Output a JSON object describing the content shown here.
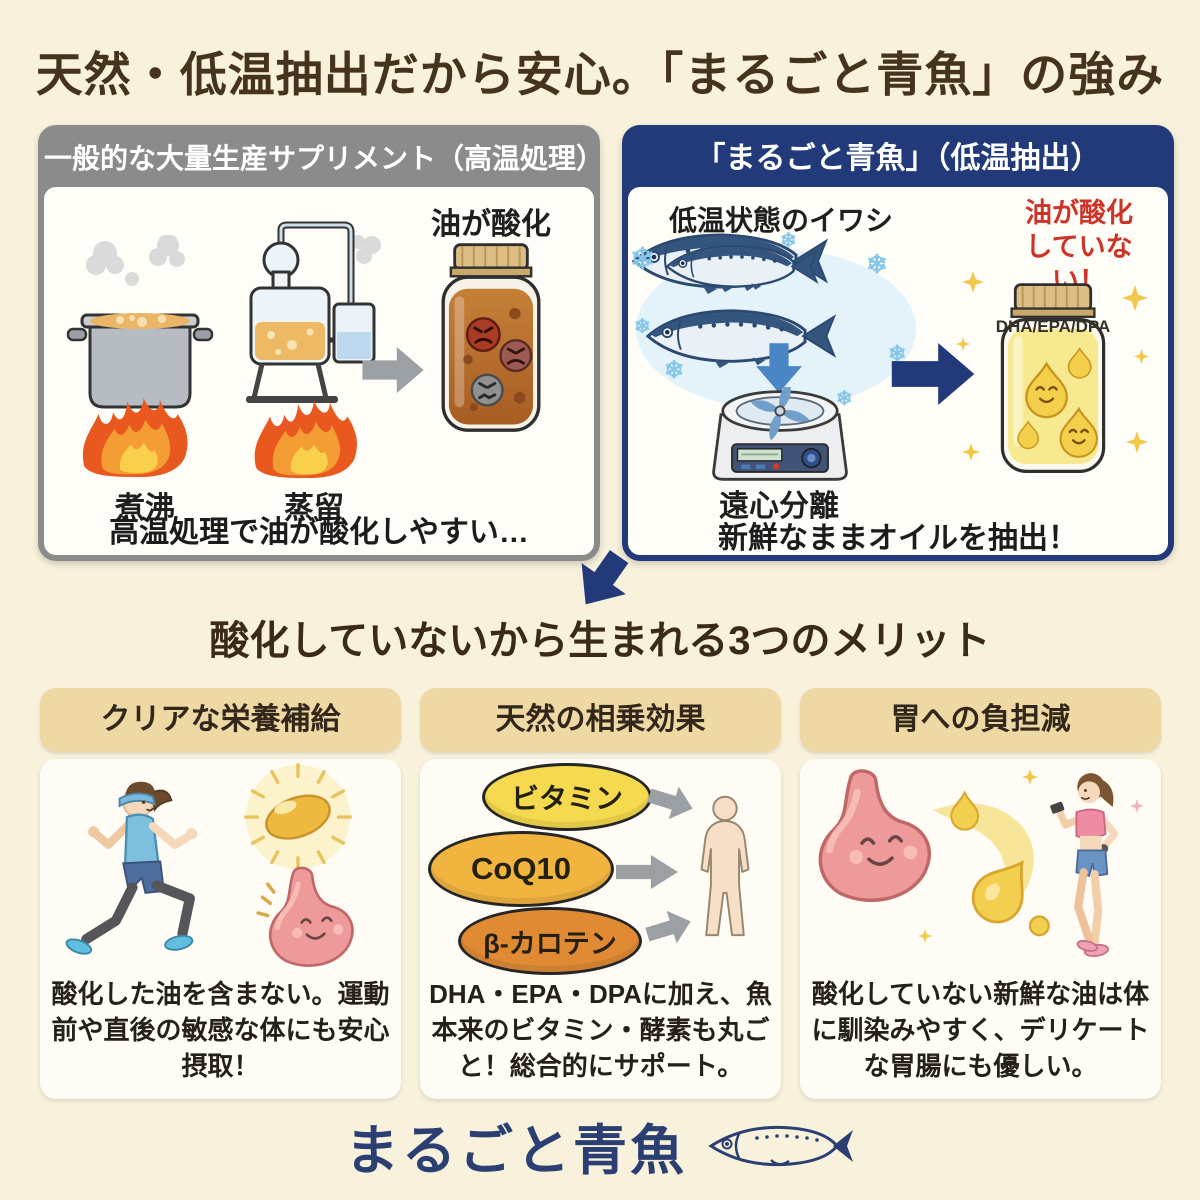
{
  "page": {
    "title": "天然・低温抽出だから安心。「まるごと青魚」の強み"
  },
  "panels": {
    "left": {
      "header": "一般的な大量生産サプリメント（高温処理）",
      "steps": [
        {
          "label": "煮沸"
        },
        {
          "label": "蒸留"
        }
      ],
      "jar_label": "油が酸化",
      "caption": "高温処理で油が酸化しやすい…"
    },
    "right": {
      "header": "「まるごと青魚」（低温抽出）",
      "source_label": "低温状態のイワシ",
      "result_label": "油が酸化\nしていない！",
      "jar_label": "DHA/EPA/DPA",
      "process_label": "遠心分離",
      "caption": "新鮮なままオイルを抽出！"
    }
  },
  "merits": {
    "heading": "酸化していないから生まれる3つのメリット",
    "cards": [
      {
        "title": "クリアな栄養補給",
        "body": "酸化した油を含まない。運動前や直後の敏感な体にも安心摂取！"
      },
      {
        "title": "天然の相乗効果",
        "nutrients": [
          "ビタミン",
          "CoQ10",
          "β-カロテン"
        ],
        "body": "DHA・EPA・DPAに加え、魚本来のビタミン・酵素も丸ごと！総合的にサポート。"
      },
      {
        "title": "胃への負担減",
        "body": "酸化していない新鮮な油は体に馴染みやすく、デリケートな胃腸にも優しい。"
      }
    ]
  },
  "footer": {
    "brand": "まるごと青魚"
  },
  "icons": {
    "snowflake": "❄"
  },
  "colors": {
    "background_cream": "#f8f1db",
    "accent_navy": "#223a7a",
    "panel_gray": "#8b8b8b",
    "warning_red": "#cc3427",
    "card_header_tan": "#eed8a4",
    "highlight_gold": "#f2c84b",
    "fresh_oil_yellow": "#f7e98f",
    "oxidized_amber": "#c07a33"
  }
}
